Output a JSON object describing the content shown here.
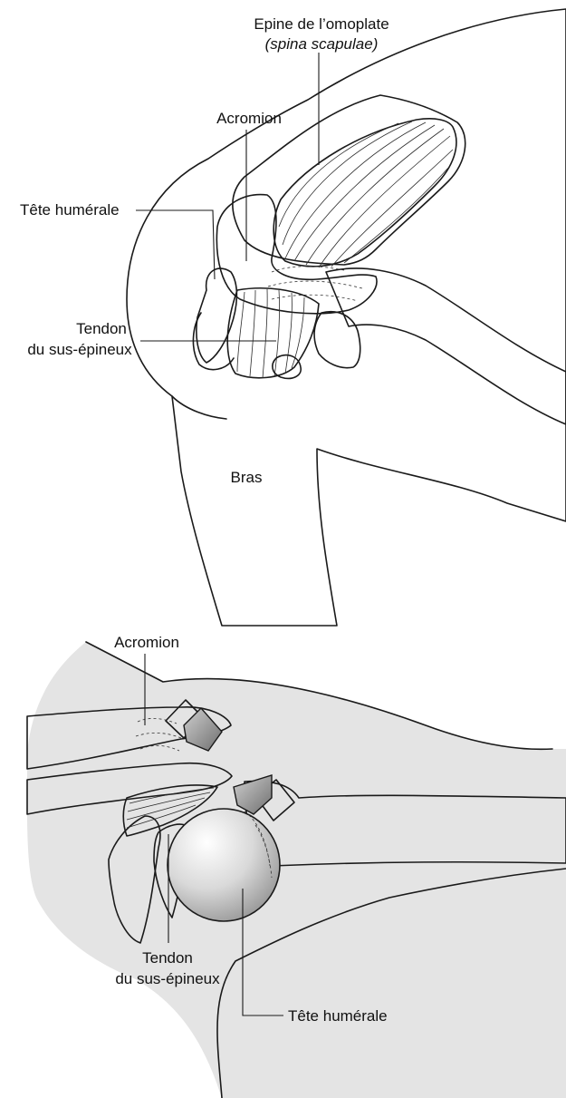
{
  "figure_top": {
    "labels": {
      "spine": "Epine de l’omoplate",
      "spine_latin": "(spina scapulae)",
      "acromion": "Acromion",
      "humeral_head": "Tête humérale",
      "tendon_line1": "Tendon",
      "tendon_line2": "du sus-épineux",
      "arm": "Bras"
    }
  },
  "figure_bottom": {
    "labels": {
      "acromion": "Acromion",
      "tendon_line1": "Tendon",
      "tendon_line2": "du sus-épineux",
      "humeral_head": "Tête humérale"
    }
  },
  "colors": {
    "skin": "#e4e4e4",
    "bone": "#f3f3f3",
    "muscle": "#c9c9c9",
    "muscle_dark": "#8f8f8f",
    "arrow": "#8a8a8a",
    "outline": "#1a1a1a"
  }
}
